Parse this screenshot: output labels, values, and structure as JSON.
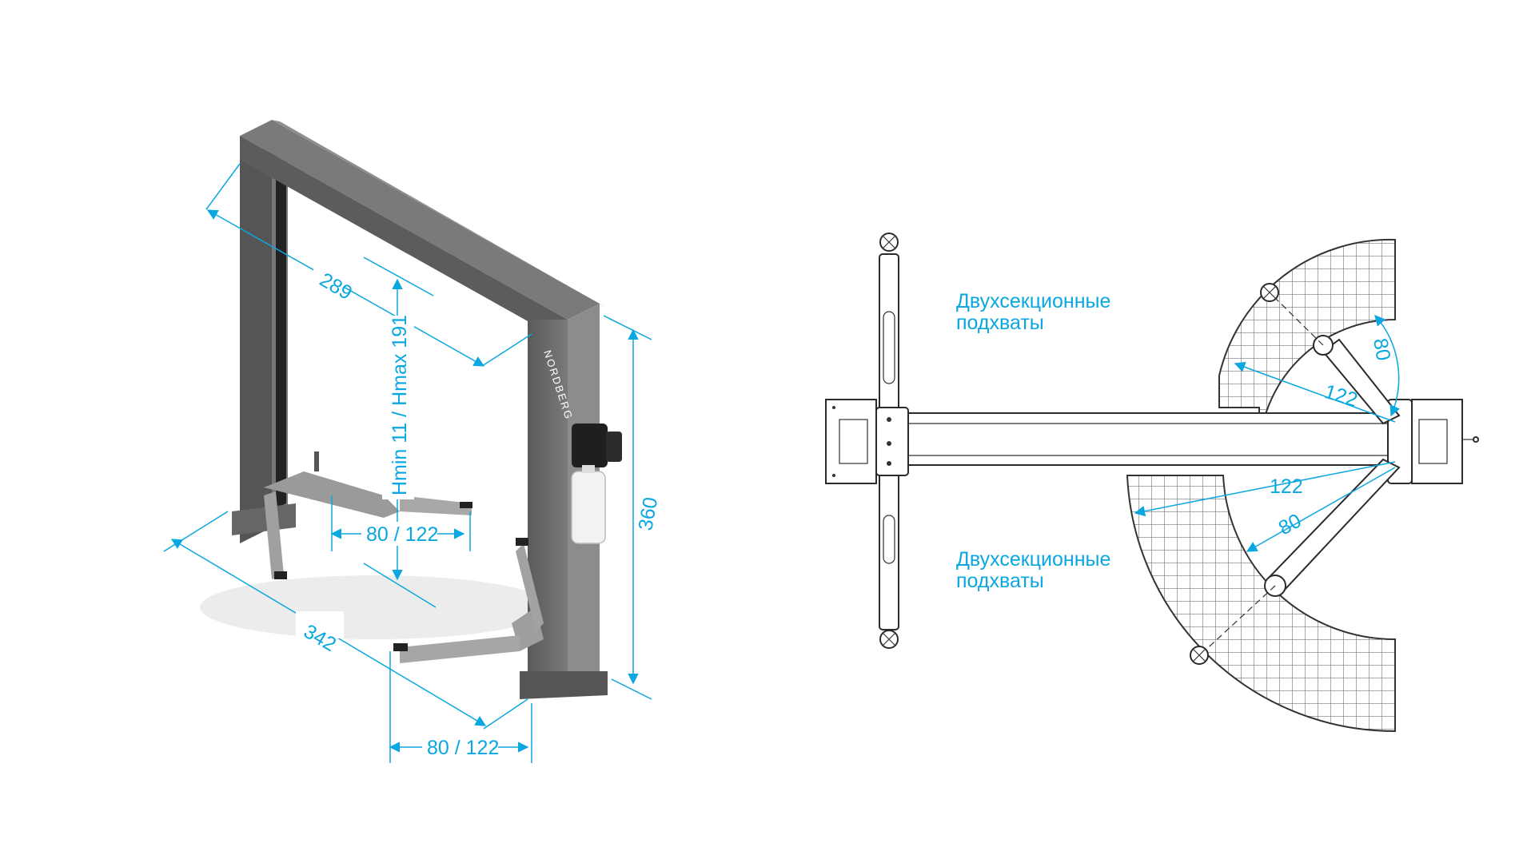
{
  "colors": {
    "dimension": "#0aa7e0",
    "frame": "#6b6b6b",
    "frame_dark": "#4a4a4a",
    "frame_light": "#8a8a8a",
    "ink": "#2b2b2b"
  },
  "lift_3d": {
    "brand": "NORDBERG",
    "dim_width_top": "289",
    "dim_height_lift": "Hmin 11 / Hmax 191",
    "dim_height_total": "360",
    "dim_width_base": "342",
    "dim_arm_upper": "80 / 122",
    "dim_arm_lower": "80 / 122"
  },
  "plan_view": {
    "label_top_line1": "Двухсекционные",
    "label_top_line2": "подхваты",
    "label_bottom_line1": "Двухсекционные",
    "label_bottom_line2": "подхваты",
    "dim_top_80": "80",
    "dim_top_122": "122",
    "dim_bottom_122": "122",
    "dim_bottom_80": "80"
  }
}
